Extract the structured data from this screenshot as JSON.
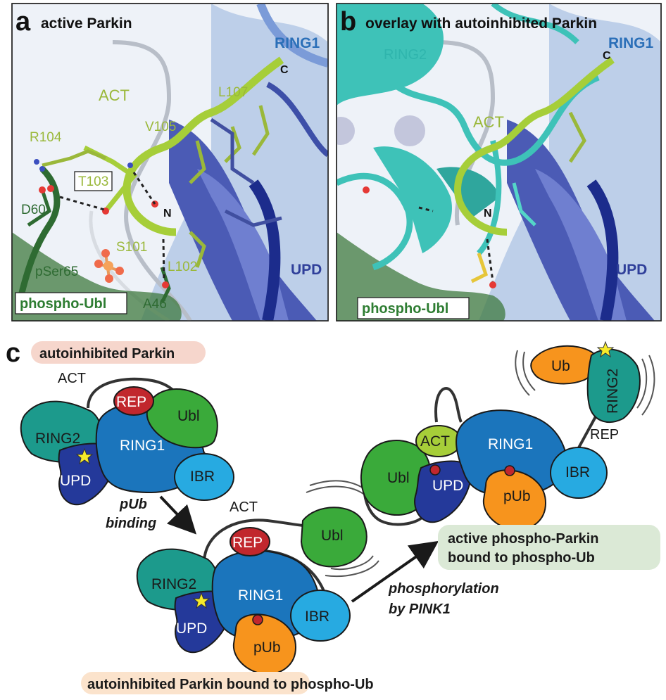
{
  "panel_a": {
    "letter": "a",
    "title": "active Parkin",
    "labels": {
      "ring1": "RING1",
      "c_term": "C",
      "act": "ACT",
      "l107": "L107",
      "v105": "V105",
      "r104": "R104",
      "t103": "T103",
      "d60": "D60",
      "n_term": "N",
      "s101": "S101",
      "l102": "L102",
      "pser65": "pSer65",
      "upd": "UPD",
      "phospho_ubl": "phospho-Ubl",
      "a46": "A46"
    }
  },
  "panel_b": {
    "letter": "b",
    "title": "overlay with autoinhibited Parkin",
    "labels": {
      "ring2": "RING2",
      "ring1": "RING1",
      "c_term": "C",
      "act": "ACT",
      "n_term": "N",
      "upd": "UPD",
      "phospho_ubl": "phospho-Ubl"
    }
  },
  "panel_c": {
    "letter": "c",
    "state1": {
      "title": "autoinhibited Parkin",
      "act": "ACT",
      "rep": "REP",
      "ubl": "Ubl",
      "ring2": "RING2",
      "ring1": "RING1",
      "upd": "UPD",
      "ibr": "IBR"
    },
    "arrow1": {
      "line1": "pUb",
      "line2": "binding"
    },
    "state2": {
      "title": "autoinhibited Parkin bound to phospho-Ub",
      "act": "ACT",
      "rep": "REP",
      "ubl": "Ubl",
      "ring2": "RING2",
      "ring1": "RING1",
      "upd": "UPD",
      "ibr": "IBR",
      "pub": "pUb"
    },
    "arrow2": {
      "line1": "phosphorylation",
      "line2": "by PINK1"
    },
    "state3": {
      "title_line1": "active phospho-Parkin",
      "title_line2": "bound to phospho-Ub",
      "act": "ACT",
      "ubl": "Ubl",
      "upd": "UPD",
      "ring1": "RING1",
      "ibr": "IBR",
      "pub": "pUb",
      "ub": "Ub",
      "ring2": "RING2",
      "rep": "REP"
    }
  },
  "colors": {
    "ring1": "#1b75bc",
    "upd": "#24399a",
    "ring2": "#1c9a8c",
    "ubl": "#3aaa3a",
    "ibr": "#27aae1",
    "rep": "#c1272d",
    "pub": "#f7941d",
    "act": "#a6ce39",
    "title1_bg": "#f6d6cc",
    "title2_bg": "#fbe3cc",
    "title3_bg": "#dbe9d6"
  }
}
